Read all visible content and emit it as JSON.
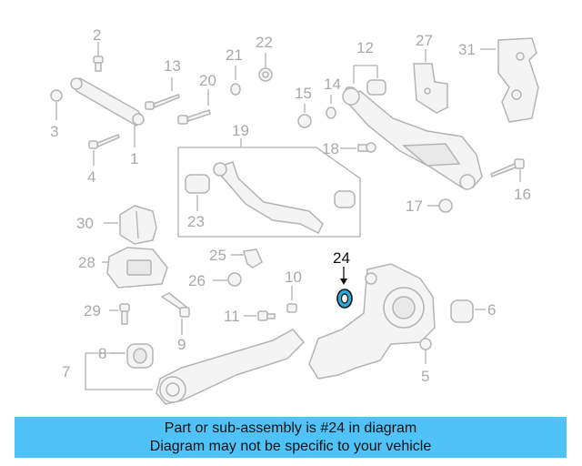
{
  "labels": {
    "l1": "1",
    "l2": "2",
    "l3": "3",
    "l4": "4",
    "l5": "5",
    "l6": "6",
    "l7": "7",
    "l8": "8",
    "l9": "9",
    "l10": "10",
    "l11": "11",
    "l12": "12",
    "l13": "13",
    "l14": "14",
    "l15": "15",
    "l16": "16",
    "l17": "17",
    "l18": "18",
    "l19": "19",
    "l20": "20",
    "l21": "21",
    "l22": "22",
    "l23": "23",
    "l24": "24",
    "l25": "25",
    "l26": "26",
    "l27": "27",
    "l28": "28",
    "l29": "29",
    "l30": "30",
    "l31": "31"
  },
  "highlight": {
    "part_number": "24",
    "color": "#2aa9e0"
  },
  "banner": {
    "line1": "Part or sub-assembly is #24 in diagram",
    "line2": "Diagram may not be specific to your vehicle",
    "color": "#4fc3f7"
  }
}
